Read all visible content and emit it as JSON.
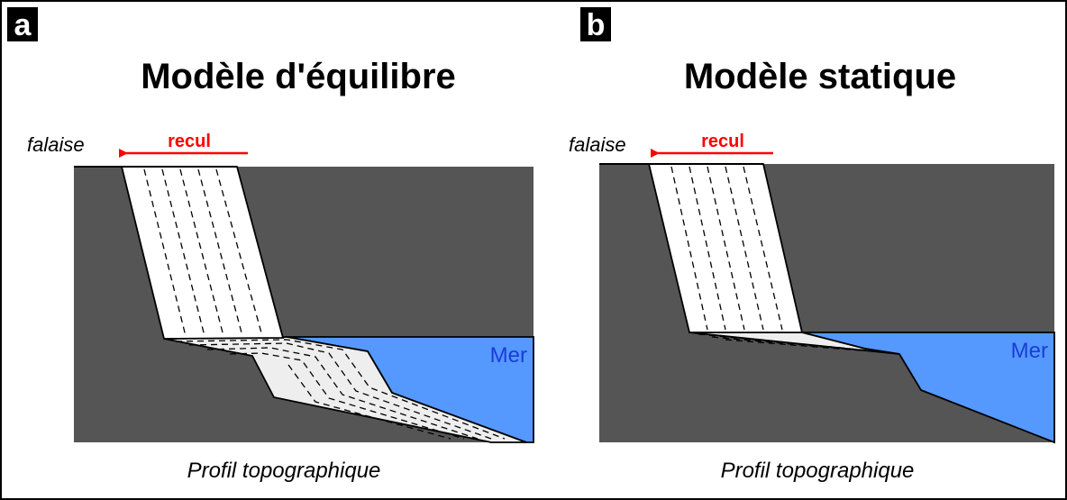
{
  "panels": [
    {
      "letter": "a",
      "title": "Modèle d'équilibre",
      "cliff_label": "falaise",
      "retreat_label": "recul",
      "sea_label": "Mer",
      "profile_label": "Profil topographique"
    },
    {
      "letter": "b",
      "title": "Modèle statique",
      "cliff_label": "falaise",
      "retreat_label": "recul",
      "sea_label": "Mer",
      "profile_label": "Profil topographique"
    }
  ],
  "colors": {
    "rock": "#555555",
    "eroded": "#ffffff",
    "sediment": "#eeeeee",
    "sea": "#5599ff",
    "retreat_arrow": "#ff0000",
    "sea_label": "#1a3dd6"
  }
}
